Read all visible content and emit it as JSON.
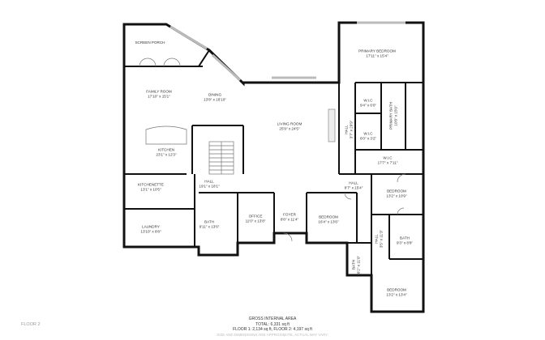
{
  "floor_label": "FLOOR 2",
  "rooms": [
    {
      "name": "SCREEN PORCH",
      "size": ""
    },
    {
      "name": "FAMILY ROOM",
      "size": "17'10\" x 15'1\""
    },
    {
      "name": "DINING",
      "size": "13'8\" x 16'10\""
    },
    {
      "name": "LIVING ROOM",
      "size": "25'9\" x 24'5\""
    },
    {
      "name": "KITCHEN",
      "size": "23'1\" x 12'3\""
    },
    {
      "name": "PRIMARY BEDROOM",
      "size": "17'11\" x 15'4\""
    },
    {
      "name": "W.I.C",
      "size": "9'4\" x 6'0\""
    },
    {
      "name": "PRIMARY BATH",
      "size": "10'8\" x 15'0\""
    },
    {
      "name": "HALL",
      "size": "3'7\" x 29'9\""
    },
    {
      "name": "W.I.C",
      "size": "6'0\" x 3'2\""
    },
    {
      "name": "W.I.C",
      "size": "17'7\" x 7'11\""
    },
    {
      "name": "HALL",
      "size": "19'1\" x 18'1\""
    },
    {
      "name": "KITCHENETTE",
      "size": "13'1\" x 10'5\""
    },
    {
      "name": "LAUNDRY",
      "size": "13'10\" x 8'8\""
    },
    {
      "name": "BATH",
      "size": "9'11\" x 13'6\""
    },
    {
      "name": "OFFICE",
      "size": "11'0\" x 13'8\""
    },
    {
      "name": "FOYER",
      "size": "8'8\" x 11'4\""
    },
    {
      "name": "HALL",
      "size": "8'7\" x 15'4\""
    },
    {
      "name": "BEDROOM",
      "size": "16'4\" x 13'6\""
    },
    {
      "name": "BEDROOM",
      "size": "13'2\" x 10'9\""
    },
    {
      "name": "HALL",
      "size": "3'5\" x 11'3\""
    },
    {
      "name": "BATH",
      "size": "9'3\" x 8'8\""
    },
    {
      "name": "BATH",
      "size": "6'2\" x 11'0\""
    },
    {
      "name": "BEDROOM",
      "size": "13'2\" x 13'4\""
    }
  ],
  "area": {
    "title": "GROSS INTERNAL AREA",
    "total": "TOTAL: 6,331 sq ft",
    "floors": "FLOOR 1: 2,134 sq ft, FLOOR 2: 4,197 sq ft",
    "note": "SIZE AND DIMENSIONS ARE APPROXIMATE, ACTUAL MAY VARY."
  }
}
